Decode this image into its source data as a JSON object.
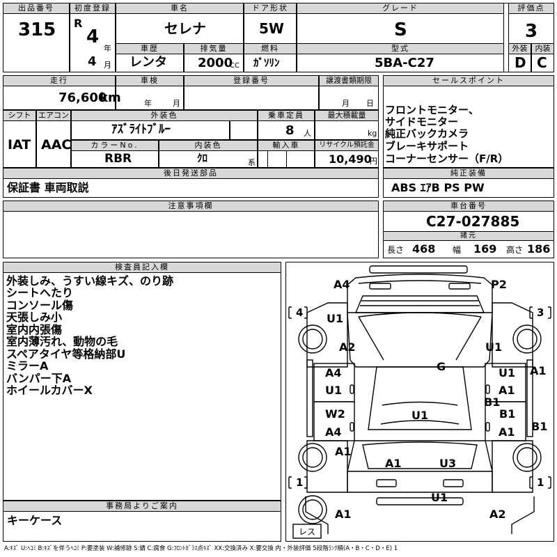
{
  "header": {
    "lot_no_label": "出品番号",
    "lot_no": "315",
    "first_reg_label": "初度登録",
    "era": "R",
    "first_reg_year": "4",
    "year_unit": "年",
    "first_reg_month": "4",
    "month_unit": "月",
    "car_name_label": "車名",
    "car_name": "セレナ",
    "door_label": "ドア形状",
    "door": "5W",
    "grade_label": "グレード",
    "grade": "S",
    "score_label": "評価点",
    "score": "3",
    "history_label": "車歴",
    "history": "レンタ",
    "displacement_label": "排気量",
    "displacement": "2000",
    "displacement_unit": "CC",
    "fuel_label": "燃料",
    "fuel": "ｶﾞｿﾘﾝ",
    "model_label": "型式",
    "model": "5BA-C27",
    "exterior_label": "外装",
    "exterior": "D",
    "interior_label": "内装",
    "interior": "C"
  },
  "row2": {
    "mileage_label": "走行",
    "mileage": "76,600",
    "mileage_unit": "km",
    "inspection_label": "車検",
    "inspection_year_unit": "年",
    "inspection_month_unit": "月",
    "reg_no_label": "登録番号",
    "transfer_label": "譲渡書類期限",
    "transfer_month_unit": "月",
    "transfer_day_unit": "日",
    "shift_label": "シフト",
    "shift": "IAT",
    "ac_label": "エアコン",
    "ac": "AAC",
    "color_label": "外装色",
    "color": "ｱｽﾞﾗｲﾄﾌﾞﾙｰ",
    "capacity_label": "乗車定員",
    "capacity": "8",
    "capacity_unit": "人",
    "load_label": "最大積載量",
    "load_unit": "kg",
    "color_no_label": "カラーNo.",
    "color_no": "RBR",
    "interior_color_label": "内装色",
    "interior_color": "ｸﾛ",
    "interior_color_unit": "系",
    "import_label": "輸入車",
    "recycle_label": "リサイクル預託金",
    "recycle": "10,490",
    "recycle_unit": "円"
  },
  "sales_points": {
    "label": "セールスポイント",
    "lines": [
      "フロントモニター、",
      "サイドモニター",
      "純正バックカメラ",
      "ブレーキサポート",
      "コーナーセンサー（F/R）"
    ]
  },
  "later_parts": {
    "label": "後日発送部品",
    "value": "保証書 車両取説"
  },
  "equipment": {
    "label": "純正装備",
    "value": "ABS ｴｱB PS PW"
  },
  "notes": {
    "label": "注意事項欄"
  },
  "chassis": {
    "label": "車台番号",
    "value": "C27-027885",
    "dims_label": "諸元",
    "length_label": "長さ",
    "length": "468",
    "width_label": "幅",
    "width": "169",
    "height_label": "高さ",
    "height": "186"
  },
  "inspector": {
    "label": "検査員記入欄",
    "lines": [
      "外装しみ、うすい線キズ、のり跡",
      "シートへたり",
      "コンソール傷",
      "天張しみ小",
      "室内内張傷",
      "室内薄汚れ、動物の毛",
      "スペアタイヤ等格納部U",
      "ミラーA",
      "バンパー下A",
      "ホイールカバーX"
    ]
  },
  "office": {
    "label": "事務局よりご案内",
    "value": "キーケース"
  },
  "diagram": {
    "marks": [
      "A4",
      "P2",
      "U1",
      "A2",
      "U1",
      "G",
      "A4",
      "U1",
      "U1",
      "A1",
      "A1",
      "B1",
      "U1",
      "W2",
      "B1",
      "A4",
      "A1",
      "B1",
      "A1",
      "A1",
      "U3",
      "U1",
      "A1",
      "A2"
    ],
    "tire_labels": [
      "4",
      "3",
      "1",
      "1"
    ],
    "spare_label": "レス"
  },
  "legend": "A:ｷｽﾞ U:ﾍｺﾐ B:ｷｽﾞを伴うﾍｺﾐ P:要塗装 W:補修跡 S:錆 C:腐食 G:ﾌﾛﾝﾄｶﾞﾗｽ点ｷｽﾞ XX:交換済み X:要交換 内・外装評価 5段階ﾗﾝｸ順(A・B・C・D・E) 1"
}
